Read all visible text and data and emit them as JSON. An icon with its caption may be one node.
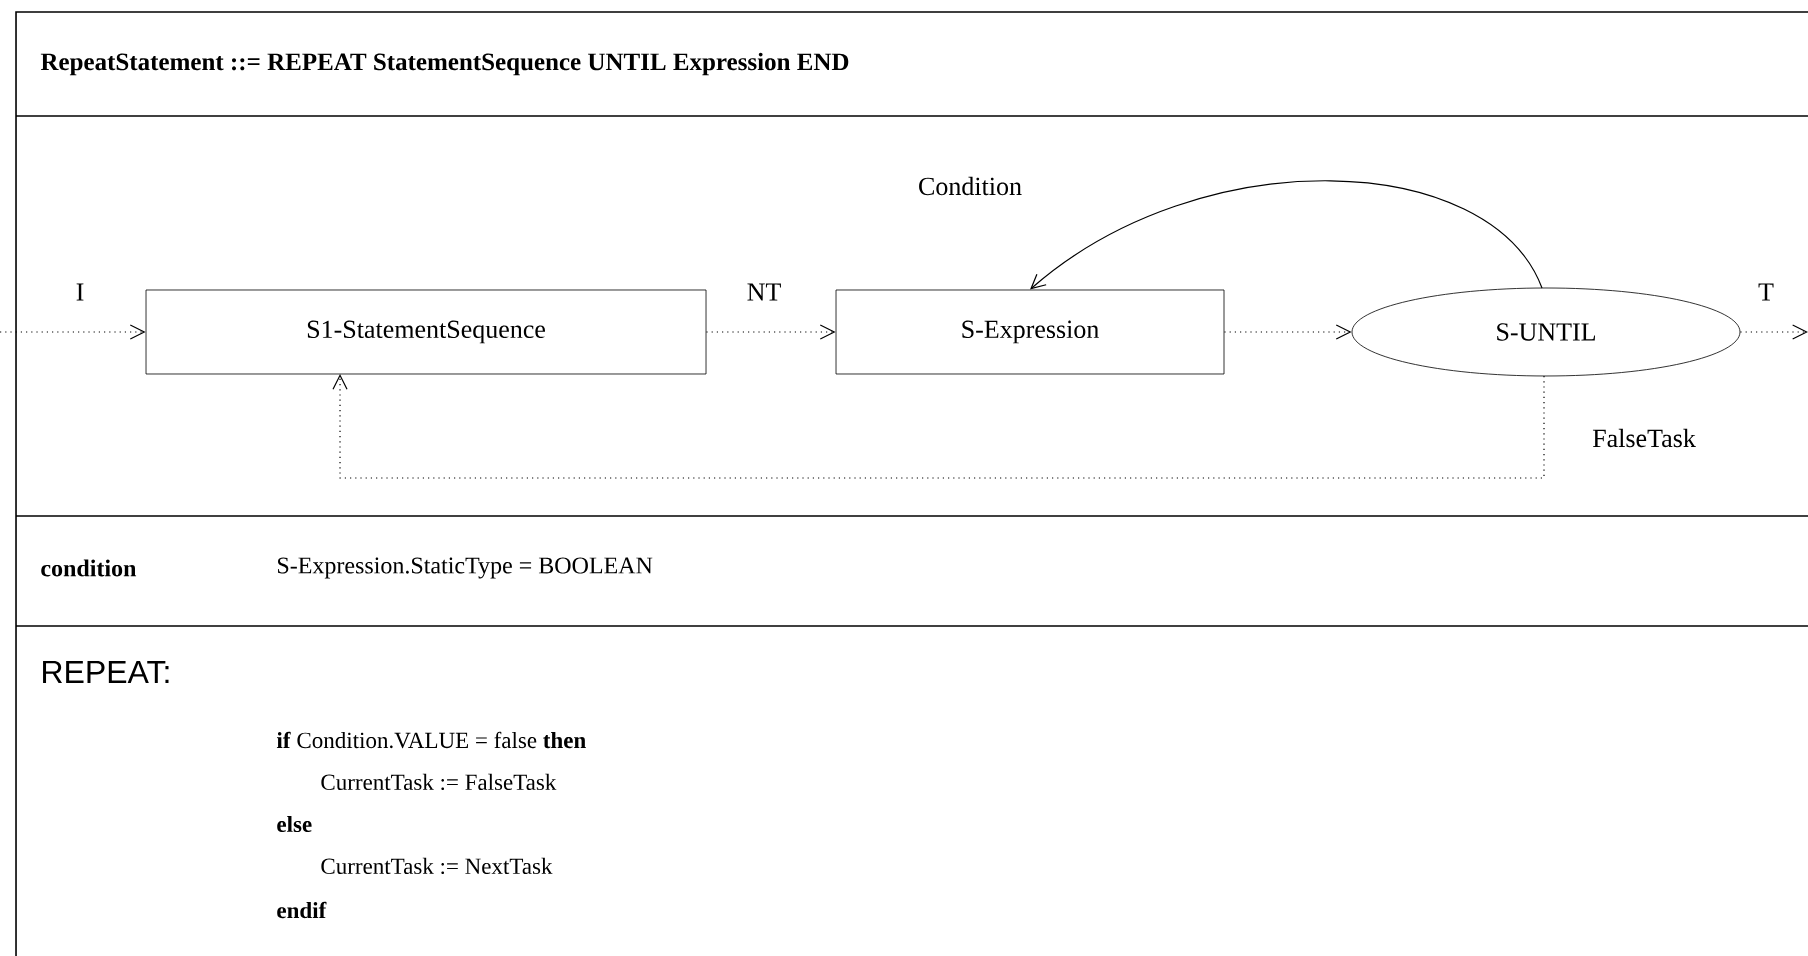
{
  "diagram": {
    "title": "RepeatStatement ::= REPEAT StatementSequence UNTIL Expression END",
    "nodes": [
      {
        "text": [
          "S1-StatementSequence"
        ]
      },
      {
        "text": [
          "S-Expression"
        ]
      },
      {
        "text": [
          "S-UNTIL"
        ]
      }
    ],
    "edges": [
      {
        "from": null,
        "to": 0,
        "arrow": "to",
        "label": "I",
        "style": "dashed"
      },
      {
        "from": 0,
        "to": 1,
        "arrow": "to",
        "label": "NT",
        "style": "dashed"
      },
      {
        "from": 1,
        "to": 2,
        "arrow": "to",
        "style": "dashed"
      },
      {
        "from": 2,
        "to": 1,
        "arrow": "to",
        "label": "Condition"
      },
      {
        "from": 2,
        "to": null,
        "arrow": "to",
        "label": "T",
        "style": "dashed"
      },
      {
        "from": 2,
        "to": 0,
        "arrow": "to",
        "label": "FalseTask",
        "style": "dashed"
      }
    ],
    "labels": [
      "condition",
      "S-Expression.StaticType = BOOLEAN",
      "REPEAT:",
      "**if** Condition.VALUE = false **then**",
      "CurrentTask := FalseTask",
      "else",
      "CurrentTask := NextTask",
      "endif"
    ]
  }
}
